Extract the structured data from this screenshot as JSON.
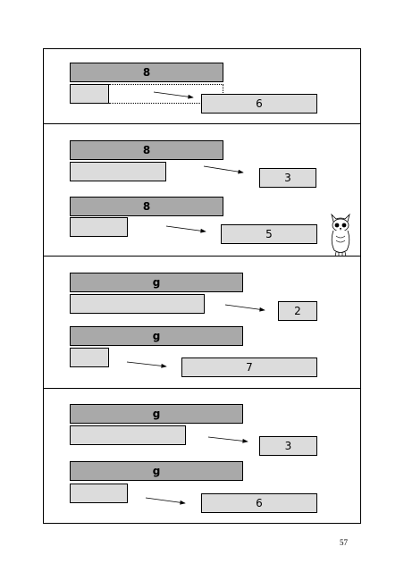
{
  "panels": [
    {
      "problems": [
        {
          "whole": "8",
          "answer": "6"
        }
      ]
    },
    {
      "problems": [
        {
          "whole": "8",
          "answer": "3"
        },
        {
          "whole": "8",
          "answer": "5"
        }
      ]
    },
    {
      "problems": [
        {
          "whole": "g",
          "answer": "2"
        },
        {
          "whole": "g",
          "answer": "7"
        }
      ]
    },
    {
      "problems": [
        {
          "whole": "g",
          "answer": "3"
        },
        {
          "whole": "g",
          "answer": "6"
        }
      ]
    }
  ],
  "page_number": "57",
  "icons": {
    "mascot": "owl-icon",
    "arrow": "arrow-right-icon"
  }
}
